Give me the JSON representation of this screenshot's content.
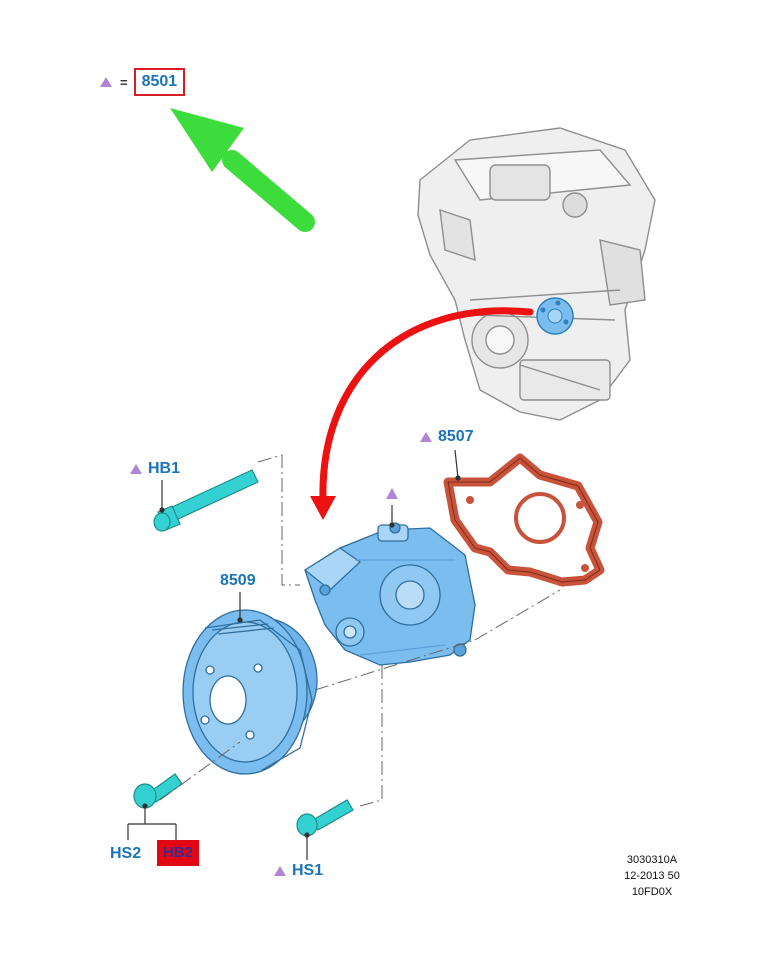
{
  "legend": {
    "symbol": "triangle-icon",
    "equals": "=",
    "code": "8501"
  },
  "parts": {
    "hb1": "HB1",
    "p8507": "8507",
    "p8509": "8509",
    "hs2": "HS2",
    "hb2": "HB2",
    "hs1": "HS1"
  },
  "reference": {
    "line1": "3030310A",
    "line2": "12-2013 50",
    "line3": "10FD0X"
  },
  "colors": {
    "part_blue": "#7cbdf0",
    "label_blue": "#1a74b8",
    "gasket": "#c9533a",
    "arrow_green": "#3ddc3d",
    "arrow_red": "#ee1111",
    "marker_purple": "#b084d6"
  }
}
